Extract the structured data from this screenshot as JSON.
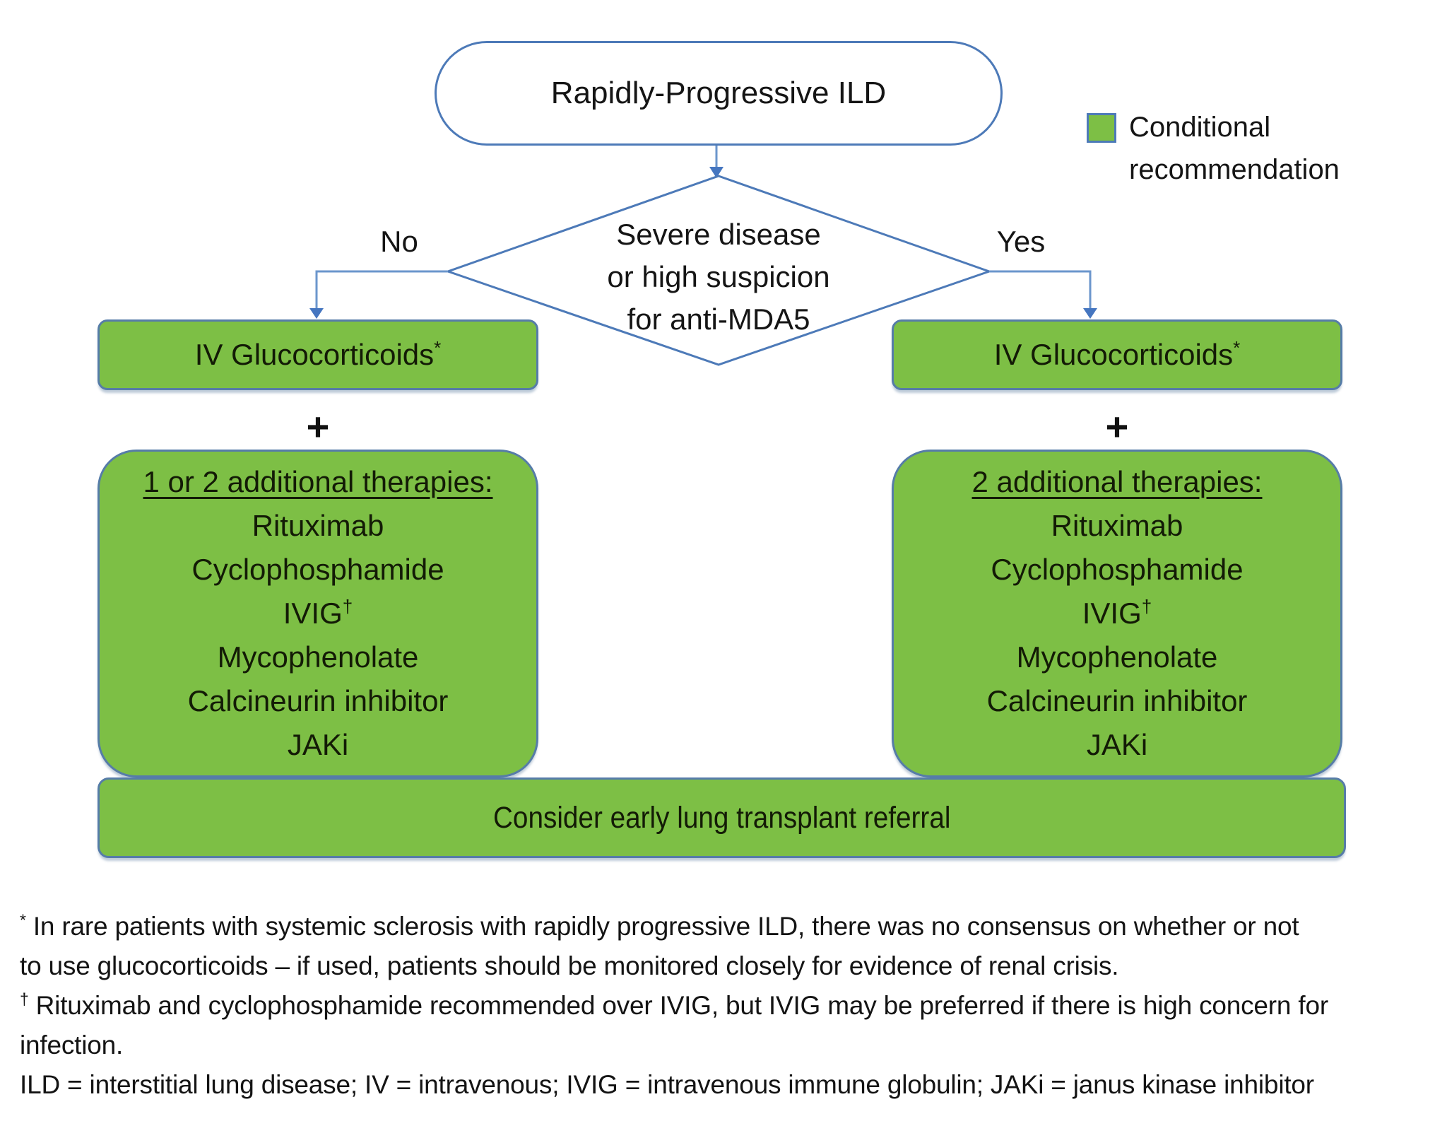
{
  "palette": {
    "box_green": "#7dbf45",
    "box_border_blue": "#567ca8",
    "shape_stroke_blue": "#4d7ab8",
    "arrow_blue": "#4576c0",
    "text_black": "#151515"
  },
  "diagram": {
    "root_label": "Rapidly-Progressive ILD",
    "legend": {
      "swatch_color": "#7dbf45",
      "line1": "Conditional",
      "line2": "recommendation"
    },
    "decision": {
      "line1": "Severe disease",
      "line2": "or high suspicion",
      "line3": "for anti-MDA5"
    },
    "no_label": "No",
    "yes_label": "Yes",
    "left_branch": {
      "iv_box": {
        "text": "IV Glucocorticoids",
        "sup": "*"
      },
      "plus": "+",
      "therapy_box": {
        "title": "1 or 2 additional therapies:",
        "items": [
          "Rituximab",
          "Cyclophosphamide",
          "IVIG",
          "Mycophenolate",
          "Calcineurin inhibitor",
          "JAKi"
        ],
        "ivig_sup": "†"
      }
    },
    "right_branch": {
      "iv_box": {
        "text": "IV Glucocorticoids",
        "sup": "*"
      },
      "plus": "+",
      "therapy_box": {
        "title": "2 additional therapies:",
        "items": [
          "Rituximab",
          "Cyclophosphamide",
          "IVIG",
          "Mycophenolate",
          "Calcineurin inhibitor",
          "JAKi"
        ],
        "ivig_sup": "†"
      }
    },
    "transplant_box": {
      "text": "Consider early lung transplant referral"
    }
  },
  "footnotes": {
    "asterisk_sup": "*",
    "asterisk_line1": "In rare patients with systemic sclerosis with rapidly progressive ILD, there was no consensus on whether or not",
    "asterisk_line2": "to use glucocorticoids – if used, patients should be monitored closely for evidence of renal crisis.",
    "dagger_sup": "†",
    "dagger_line1": "Rituximab and cyclophosphamide recommended over IVIG, but IVIG may be preferred if there is high concern for",
    "dagger_line2": "infection.",
    "abbreviations": "ILD = interstitial lung disease; IV = intravenous; IVIG = intravenous immune globulin; JAKi = janus kinase inhibitor"
  }
}
